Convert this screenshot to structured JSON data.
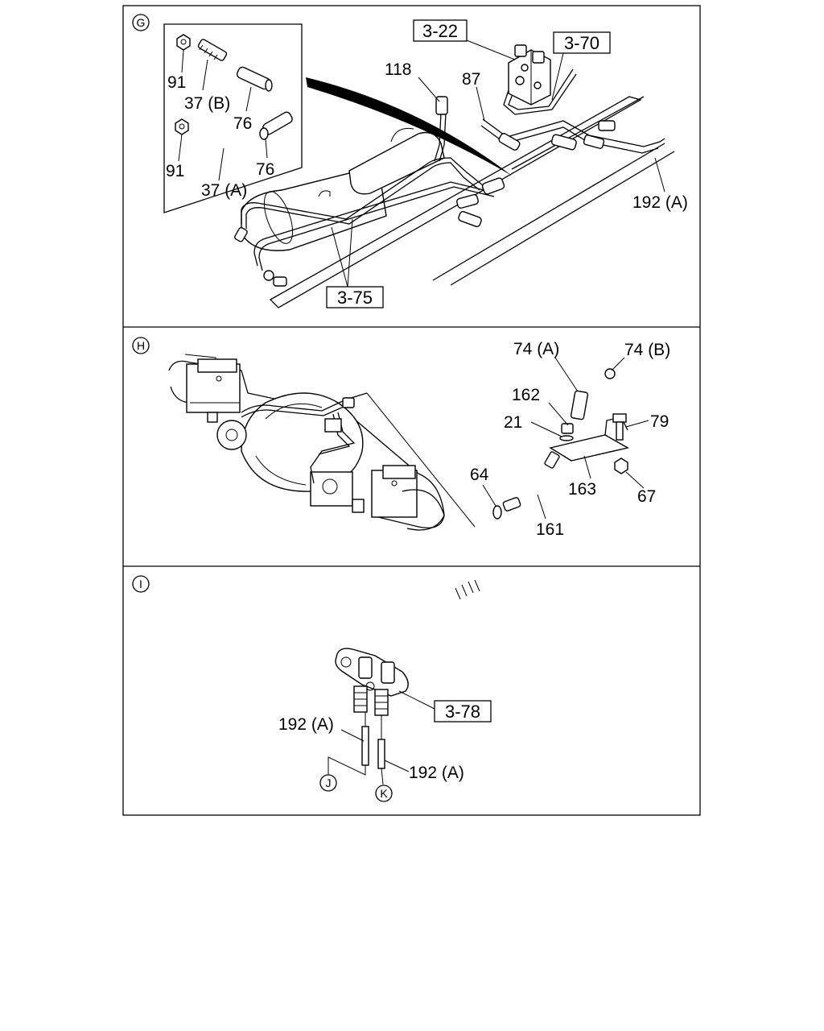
{
  "sections": {
    "g": {
      "marker": "G",
      "labels": {
        "p91a": "91",
        "p37b": "37 (B)",
        "p76a": "76",
        "p91b": "91",
        "p37a": "37 (A)",
        "p76b": "76",
        "p118": "118",
        "p87": "87",
        "p192a": "192 (A)"
      },
      "refs": {
        "r322": "3-22",
        "r370": "3-70",
        "r375": "3-75"
      }
    },
    "h": {
      "marker": "H",
      "labels": {
        "p74a": "74 (A)",
        "p74b": "74 (B)",
        "p162": "162",
        "p21": "21",
        "p79": "79",
        "p64": "64",
        "p163": "163",
        "p67": "67",
        "p161": "161"
      }
    },
    "i": {
      "marker": "I",
      "labels": {
        "p192a1": "192 (A)",
        "p192a2": "192 (A)"
      },
      "refs": {
        "r378": "3-78"
      },
      "connectors": {
        "j": "J",
        "k": "K"
      }
    }
  }
}
